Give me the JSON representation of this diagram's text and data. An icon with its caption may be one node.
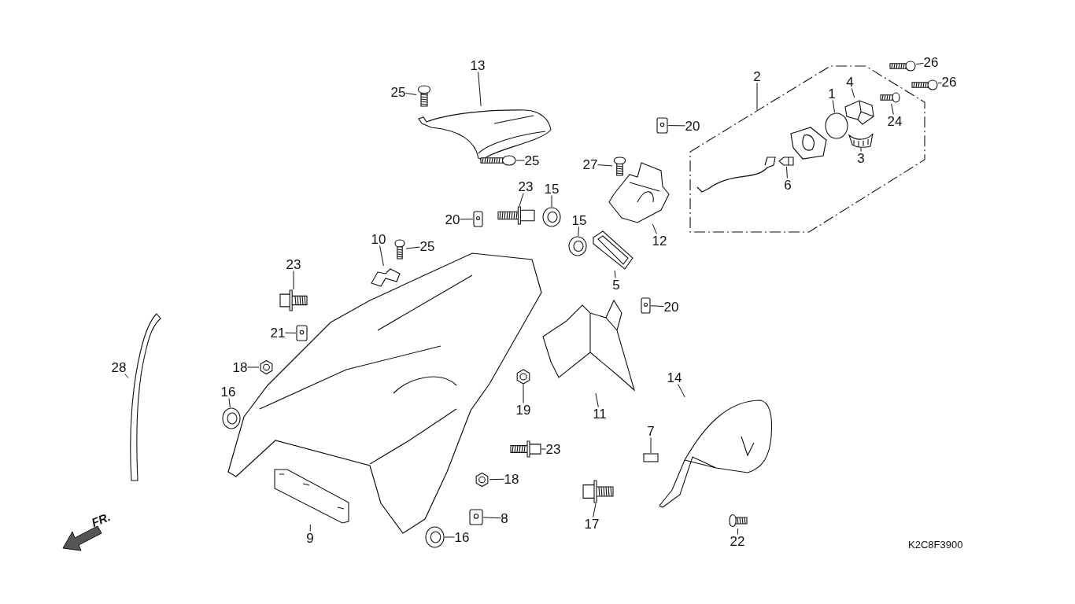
{
  "diagram": {
    "nodes": [
      {
        "text": [
          "13"
        ]
      },
      {
        "text": [],
        "shape": "picture"
      },
      {
        "text": [
          "25"
        ]
      },
      {
        "text": [],
        "shape": "screw"
      },
      {
        "text": [
          "25"
        ]
      },
      {
        "text": [],
        "shape": "screw"
      },
      {
        "text": [
          "2"
        ]
      },
      {
        "text": [],
        "shape": "hexagon"
      },
      {
        "text": [
          "1"
        ],
        "in": 7
      },
      {
        "text": [],
        "shape": "circle",
        "in": 7
      },
      {
        "text": [
          "4"
        ],
        "in": 7
      },
      {
        "text": [],
        "shape": "picture",
        "in": 7
      },
      {
        "text": [
          "24"
        ],
        "in": 7
      },
      {
        "text": [],
        "shape": "screw",
        "in": 7
      },
      {
        "text": [
          "3"
        ],
        "in": 7
      },
      {
        "text": [],
        "shape": "picture",
        "in": 7
      },
      {
        "text": [
          "6"
        ],
        "in": 7
      },
      {
        "text": [],
        "shape": "picture",
        "in": 7
      },
      {
        "text": [
          "26"
        ]
      },
      {
        "text": [],
        "shape": "screw"
      },
      {
        "text": [
          "26"
        ]
      },
      {
        "text": [],
        "shape": "screw"
      },
      {
        "text": [
          "20"
        ]
      },
      {
        "text": [],
        "shape": "clip"
      },
      {
        "text": [
          "27"
        ]
      },
      {
        "text": [],
        "shape": "screw"
      },
      {
        "text": [
          "12"
        ]
      },
      {
        "text": [],
        "shape": "picture"
      },
      {
        "text": [
          "23"
        ]
      },
      {
        "text": [],
        "shape": "bolt"
      },
      {
        "text": [
          "15"
        ]
      },
      {
        "text": [],
        "shape": "grommet"
      },
      {
        "text": [
          "15"
        ]
      },
      {
        "text": [],
        "shape": "grommet"
      },
      {
        "text": [
          "20"
        ]
      },
      {
        "text": [],
        "shape": "clip"
      },
      {
        "text": [
          "5"
        ]
      },
      {
        "text": [],
        "shape": "picture"
      },
      {
        "text": [
          "10"
        ]
      },
      {
        "text": [],
        "shape": "picture"
      },
      {
        "text": [
          "25"
        ]
      },
      {
        "text": [],
        "shape": "screw"
      },
      {
        "text": [
          "23"
        ]
      },
      {
        "text": [],
        "shape": "bolt"
      },
      {
        "text": [
          "20"
        ]
      },
      {
        "text": [],
        "shape": "clip"
      },
      {
        "text": [
          "21"
        ]
      },
      {
        "text": [],
        "shape": "clip"
      },
      {
        "text": [
          "18"
        ]
      },
      {
        "text": [],
        "shape": "nut"
      },
      {
        "text": [
          "16"
        ]
      },
      {
        "text": [],
        "shape": "grommet"
      },
      {
        "text": [
          "28"
        ]
      },
      {
        "text": [],
        "shape": "picture"
      },
      {
        "text": [
          "11"
        ]
      },
      {
        "text": [],
        "shape": "picture"
      },
      {
        "text": [
          "19"
        ]
      },
      {
        "text": [],
        "shape": "nut"
      },
      {
        "text": [
          "23"
        ]
      },
      {
        "text": [],
        "shape": "bolt"
      },
      {
        "text": [
          "14"
        ]
      },
      {
        "text": [],
        "shape": "picture"
      },
      {
        "text": [
          "7"
        ]
      },
      {
        "text": [],
        "shape": "box"
      },
      {
        "text": [
          "18"
        ]
      },
      {
        "text": [],
        "shape": "nut"
      },
      {
        "text": [
          "8"
        ]
      },
      {
        "text": [],
        "shape": "clip"
      },
      {
        "text": [
          "16"
        ]
      },
      {
        "text": [],
        "shape": "grommet"
      },
      {
        "text": [
          "9"
        ]
      },
      {
        "text": [],
        "shape": "picture"
      },
      {
        "text": [
          "17"
        ]
      },
      {
        "text": [],
        "shape": "bolt"
      },
      {
        "text": [
          "22"
        ]
      },
      {
        "text": [],
        "shape": "screw"
      }
    ],
    "edges": [
      {
        "from": 0,
        "to": 1,
        "arrow": "none"
      },
      {
        "from": 2,
        "to": 3,
        "arrow": "none"
      },
      {
        "from": 4,
        "to": 5,
        "arrow": "none"
      },
      {
        "from": 6,
        "to": 7,
        "arrow": "none"
      },
      {
        "from": 8,
        "to": 9,
        "arrow": "none"
      },
      {
        "from": 10,
        "to": 11,
        "arrow": "none"
      },
      {
        "from": 12,
        "to": 13,
        "arrow": "none"
      },
      {
        "from": 14,
        "to": 15,
        "arrow": "none"
      },
      {
        "from": 16,
        "to": 17,
        "arrow": "none"
      },
      {
        "from": 18,
        "to": 19,
        "arrow": "none"
      },
      {
        "from": 20,
        "to": 21,
        "arrow": "none"
      },
      {
        "from": 22,
        "to": 23,
        "arrow": "none"
      },
      {
        "from": 24,
        "to": 25,
        "arrow": "none"
      },
      {
        "from": 26,
        "to": 27,
        "arrow": "none"
      },
      {
        "from": 28,
        "to": 29,
        "arrow": "none"
      },
      {
        "from": 30,
        "to": 31,
        "arrow": "none"
      },
      {
        "from": 32,
        "to": 33,
        "arrow": "none"
      },
      {
        "from": 34,
        "to": 35,
        "arrow": "none"
      },
      {
        "from": 36,
        "to": 37,
        "arrow": "none"
      },
      {
        "from": 38,
        "to": 39,
        "arrow": "none"
      },
      {
        "from": 40,
        "to": 41,
        "arrow": "none"
      },
      {
        "from": 42,
        "to": 43,
        "arrow": "none"
      },
      {
        "from": 44,
        "to": 45,
        "arrow": "none"
      },
      {
        "from": 46,
        "to": 47,
        "arrow": "none"
      },
      {
        "from": 48,
        "to": 49,
        "arrow": "none"
      },
      {
        "from": 50,
        "to": 51,
        "arrow": "none"
      },
      {
        "from": 52,
        "to": 53,
        "arrow": "none"
      },
      {
        "from": 54,
        "to": 55,
        "arrow": "none"
      },
      {
        "from": 56,
        "to": 57,
        "arrow": "none"
      },
      {
        "from": 58,
        "to": 59,
        "arrow": "none"
      },
      {
        "from": 60,
        "to": 61,
        "arrow": "none"
      },
      {
        "from": 62,
        "to": 63,
        "arrow": "none"
      },
      {
        "from": 64,
        "to": 65,
        "arrow": "none"
      },
      {
        "from": 66,
        "to": 67,
        "arrow": "none"
      },
      {
        "from": 68,
        "to": 69,
        "arrow": "none"
      },
      {
        "from": 70,
        "to": 71,
        "arrow": "none"
      },
      {
        "from": 72,
        "to": 73,
        "arrow": "none"
      },
      {
        "from": 74,
        "to": 75,
        "arrow": "none"
      }
    ],
    "labels": [
      "FR.",
      "K2C8F3900"
    ]
  }
}
